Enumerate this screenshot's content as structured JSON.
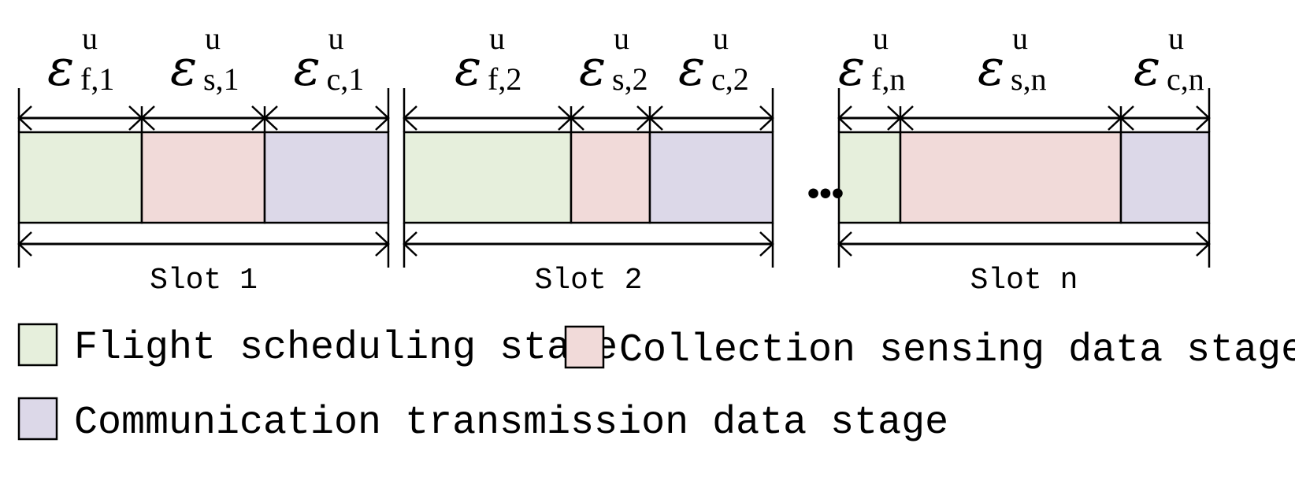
{
  "colors": {
    "flight": "#e6efdc",
    "collection": "#f1dad9",
    "communication": "#dcd8e8",
    "stroke": "#000000"
  },
  "slots": [
    {
      "label": "Slot 1",
      "segments": [
        {
          "stage": "flight",
          "symbol": "ε",
          "sup": "u",
          "sub": "f,1",
          "share": 0.333
        },
        {
          "stage": "collection",
          "symbol": "ε",
          "sup": "u",
          "sub": "s,1",
          "share": 0.333
        },
        {
          "stage": "communication",
          "symbol": "ε",
          "sup": "u",
          "sub": "c,1",
          "share": 0.334
        }
      ]
    },
    {
      "label": "Slot 2",
      "segments": [
        {
          "stage": "flight",
          "symbol": "ε",
          "sup": "u",
          "sub": "f,2",
          "share": 0.452
        },
        {
          "stage": "collection",
          "symbol": "ε",
          "sup": "u",
          "sub": "s,2",
          "share": 0.214
        },
        {
          "stage": "communication",
          "symbol": "ε",
          "sup": "u",
          "sub": "c,2",
          "share": 0.334
        }
      ]
    },
    {
      "label": "Slot n",
      "segments": [
        {
          "stage": "flight",
          "symbol": "ε",
          "sup": "u",
          "sub": "f,n",
          "share": 0.166
        },
        {
          "stage": "collection",
          "symbol": "ε",
          "sup": "u",
          "sub": "s,n",
          "share": 0.596
        },
        {
          "stage": "communication",
          "symbol": "ε",
          "sup": "u",
          "sub": "c,n",
          "share": 0.238
        }
      ]
    }
  ],
  "ellipsis": "•••",
  "legend": [
    {
      "stage": "flight",
      "label": "Flight scheduling stage"
    },
    {
      "stage": "collection",
      "label": "Collection sensing data stage"
    },
    {
      "stage": "communication",
      "label": "Communication transmission data stage"
    }
  ]
}
